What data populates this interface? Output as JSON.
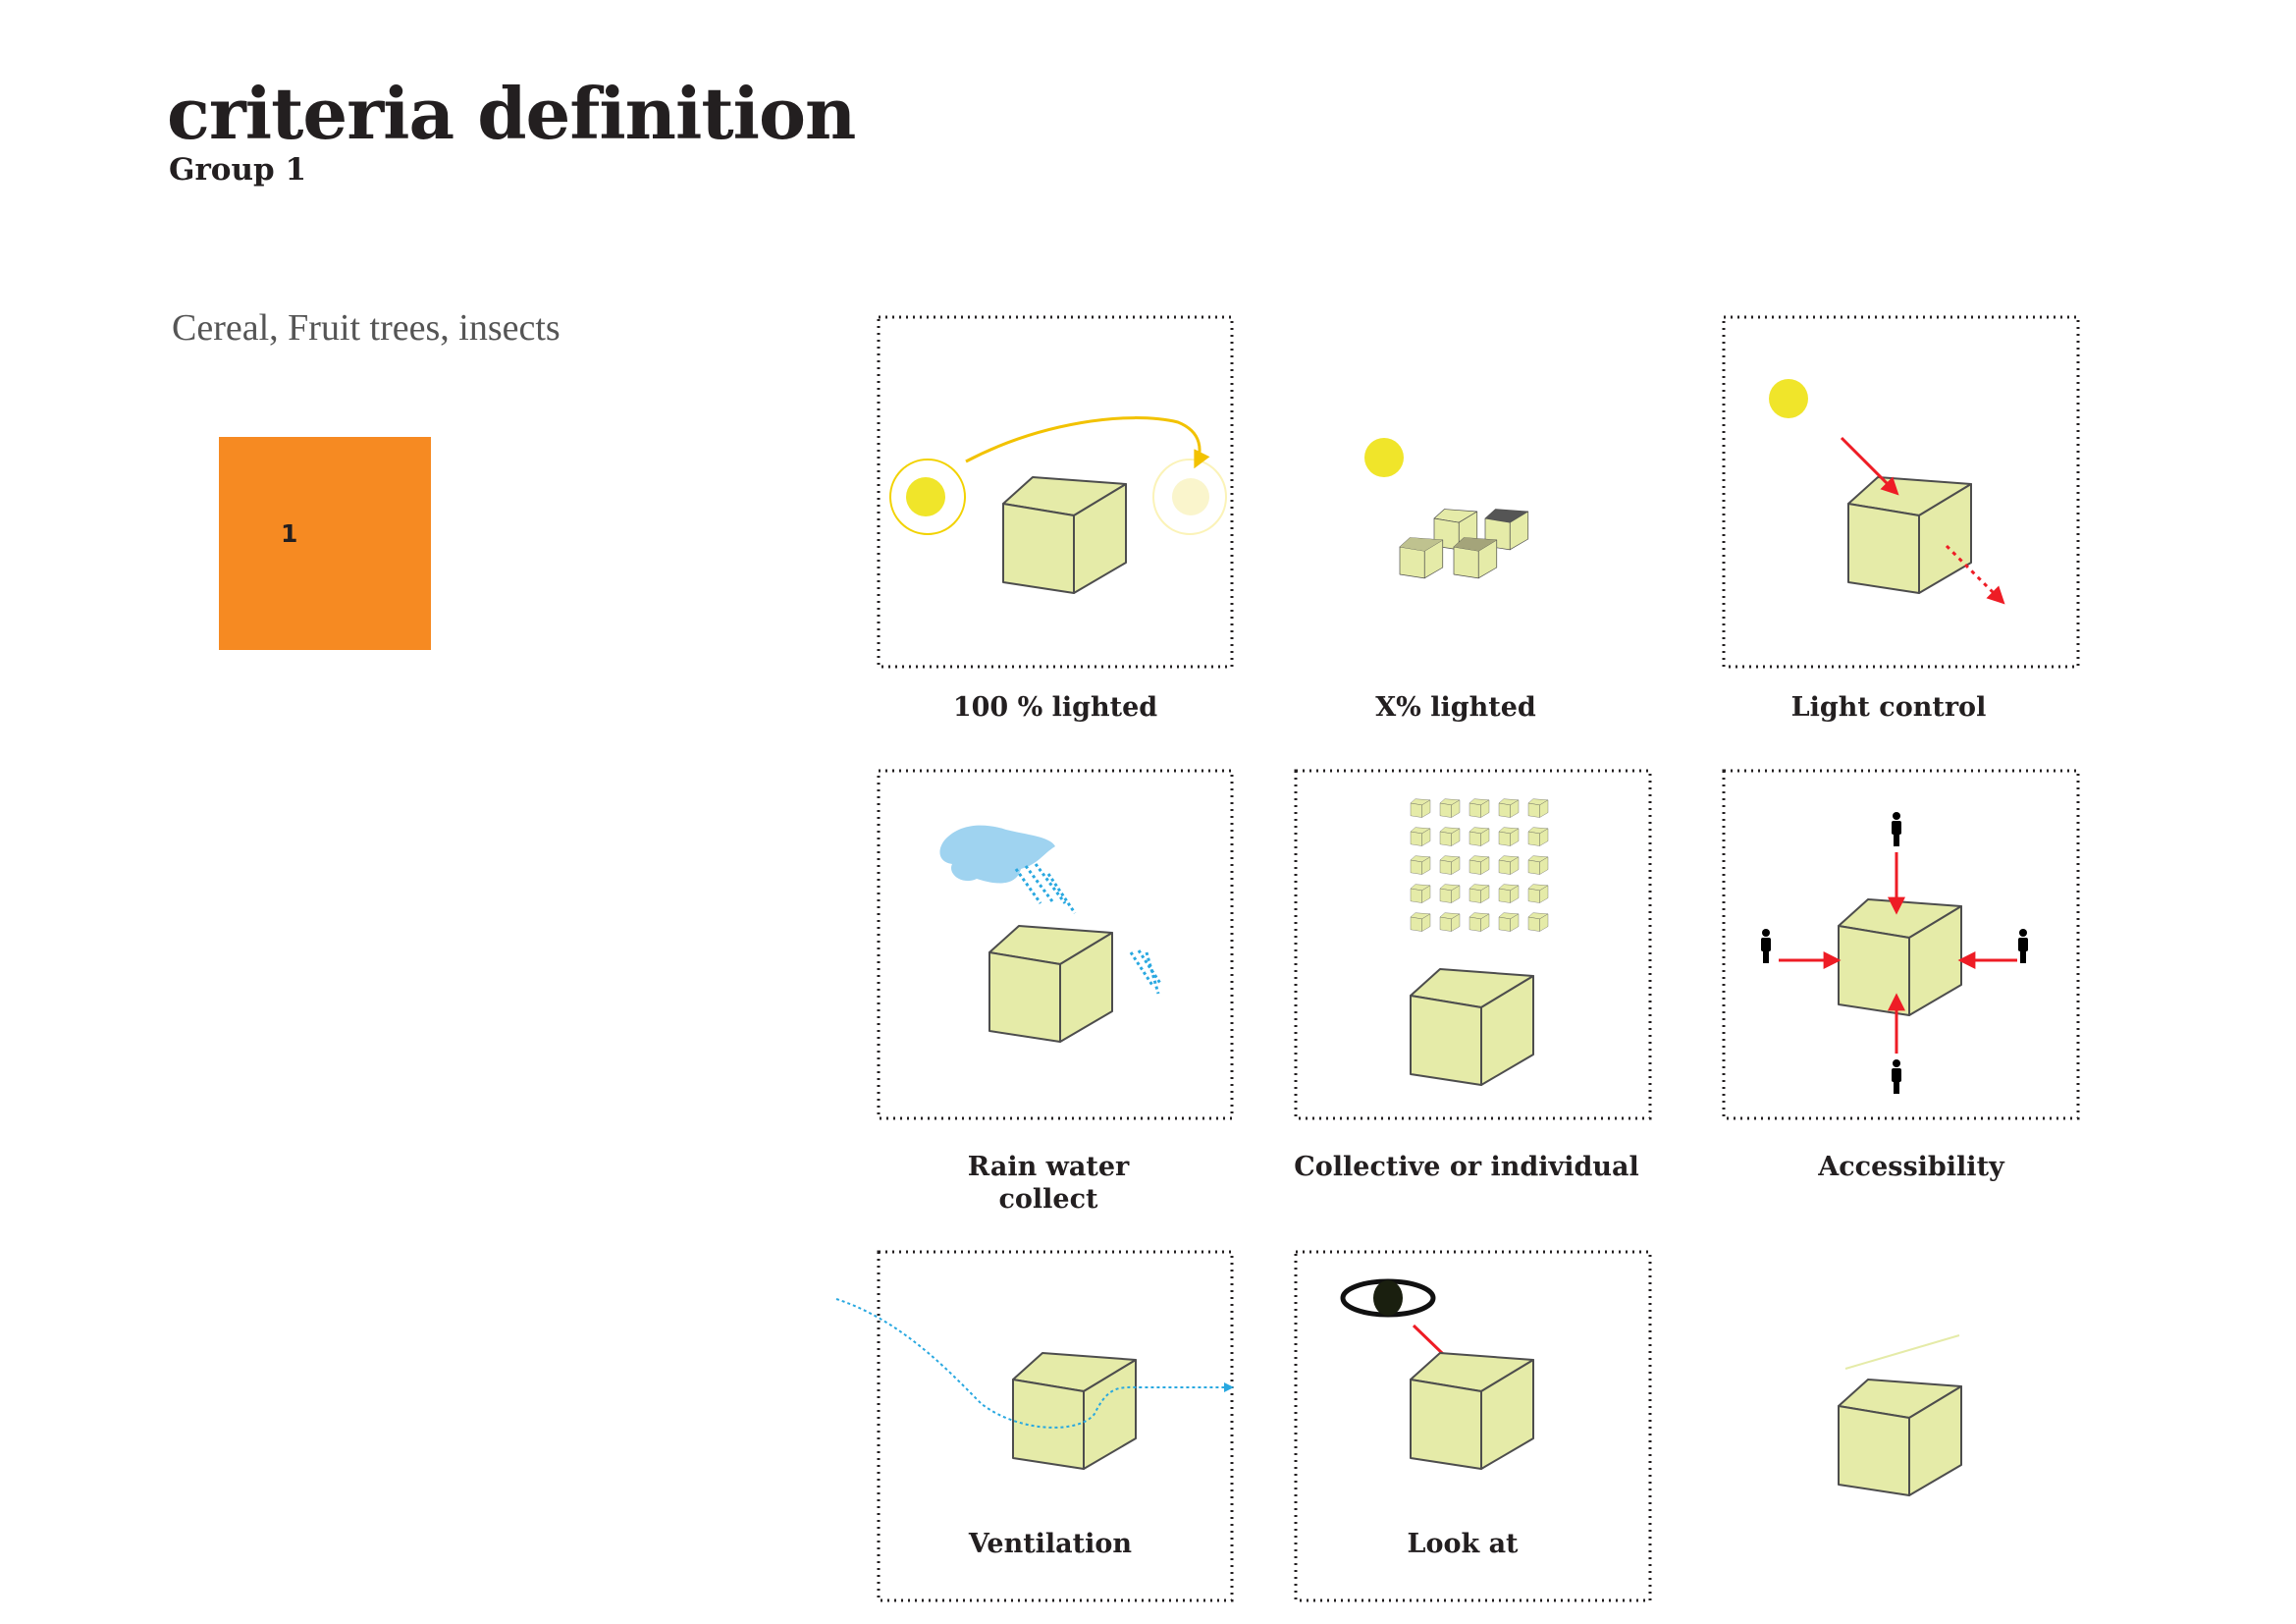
{
  "header": {
    "title": "criteria definition",
    "group": "Group 1"
  },
  "subtitle": "Cereal, Fruit trees, insects",
  "group_marker": {
    "number": "1",
    "color": "#f68a22"
  },
  "criteria": [
    {
      "label": "100 % lighted"
    },
    {
      "label": "X% lighted"
    },
    {
      "label": "Light control"
    },
    {
      "label": "Rain water",
      "label_line2": "collect"
    },
    {
      "label": "Collective or individual"
    },
    {
      "label": "Accessibility"
    },
    {
      "label": "Ventilation"
    },
    {
      "label": "Look at"
    }
  ],
  "colors": {
    "cube": "#e5eba8",
    "sun": "#f0e52a",
    "arrow": "#ee1c25",
    "water": "#29a8e0",
    "cloud": "#9fd3f0"
  }
}
